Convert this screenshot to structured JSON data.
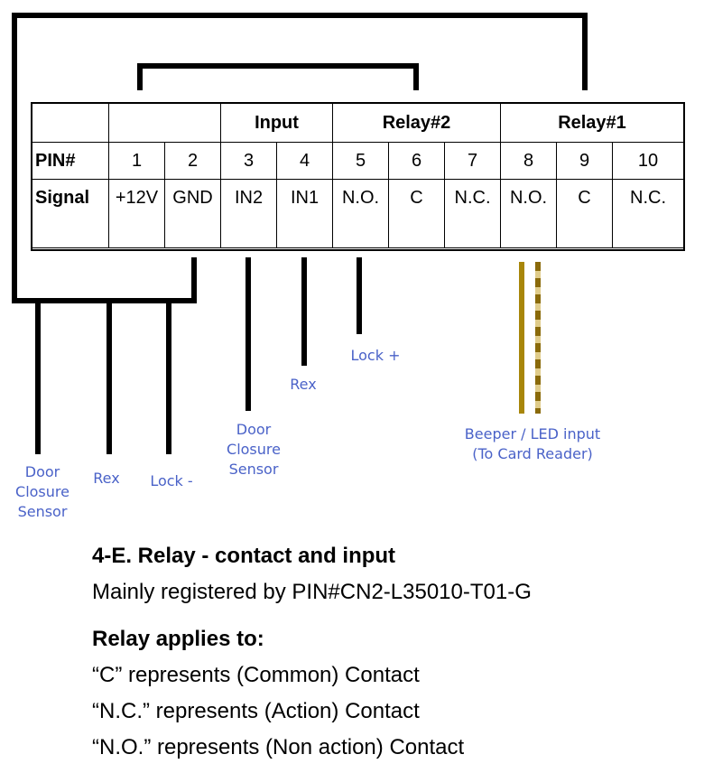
{
  "table": {
    "group_headers": {
      "input": "Input",
      "relay2": "Relay#2",
      "relay1": "Relay#1"
    },
    "row_labels": {
      "pin": "PIN#",
      "signal": "Signal"
    },
    "pins": [
      "1",
      "2",
      "3",
      "4",
      "5",
      "6",
      "7",
      "8",
      "9",
      "10"
    ],
    "signals": [
      "+12V",
      "GND",
      "IN2",
      "IN1",
      "N.O.",
      "C",
      "N.C.",
      "N.O.",
      "C",
      "N.C."
    ]
  },
  "wire_labels": {
    "door_closure_left": "Door\nClosure\nSensor",
    "rex_left": "Rex",
    "lock_minus": "Lock -",
    "door_closure_in2": "Door\nClosure\nSensor",
    "rex_in1": "Rex",
    "lock_plus": "Lock +",
    "beeper": "Beeper / LED input\n(To Card Reader)"
  },
  "colors": {
    "label_blue": "#4a62c8",
    "wire_gold": "#a8860a",
    "wire_gold_light": "#e0cc8a"
  },
  "notes": {
    "title": "4-E. Relay - contact and input",
    "subtitle": "Mainly registered by PIN#CN2-L35010-T01-G",
    "applies_title": "Relay applies to:",
    "line_c": "“C” represents (Common) Contact",
    "line_nc": "“N.C.” represents (Action) Contact",
    "line_no": "“N.O.” represents (Non action) Contact"
  }
}
